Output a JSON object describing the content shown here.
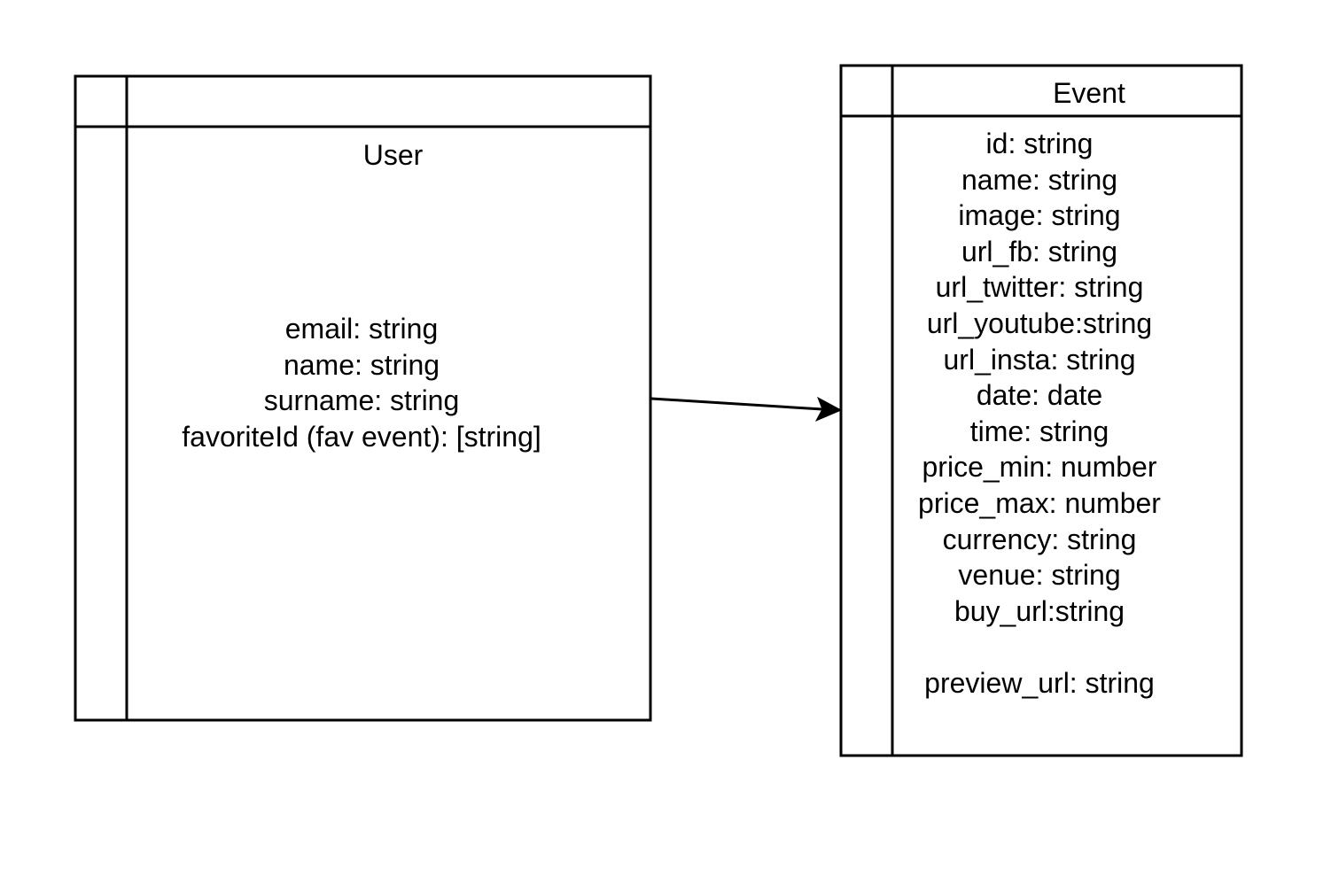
{
  "entities": {
    "user": {
      "title": "User",
      "fields": [
        "email: string",
        "name: string",
        "surname: string",
        "favoriteId (fav event): [string]"
      ]
    },
    "event": {
      "title": "Event",
      "fields": [
        "id: string",
        "name: string",
        "image: string",
        "url_fb: string",
        "url_twitter: string",
        "url_youtube:string",
        "url_insta: string",
        "date: date",
        "time: string",
        "price_min: number",
        "price_max: number",
        "currency: string",
        "venue: string",
        "buy_url:string",
        "preview_url: string"
      ]
    }
  },
  "connectors": [
    {
      "from": "user",
      "to": "event",
      "arrowhead": "filled-arrow"
    }
  ],
  "colors": {
    "line": "#000000",
    "background": "#ffffff",
    "text": "#000000"
  }
}
